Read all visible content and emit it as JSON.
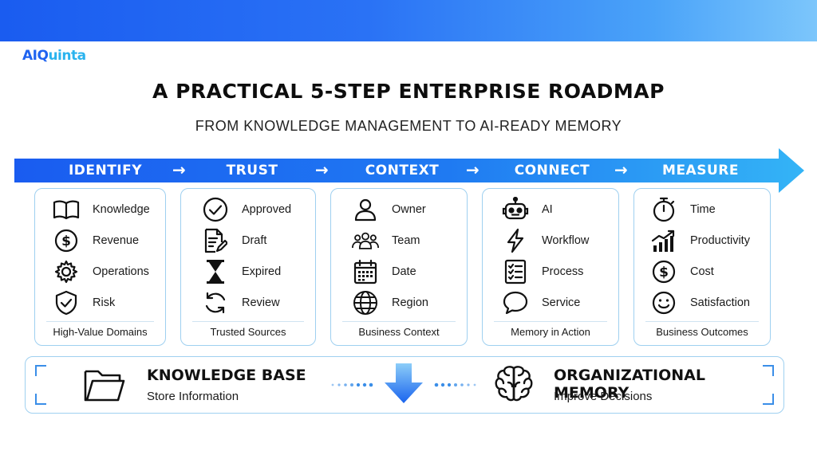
{
  "brand": {
    "name_main": "AIQ",
    "name_accent": "uinta"
  },
  "title": "A PRACTICAL 5-STEP ENTERPRISE ROADMAP",
  "subtitle": "FROM KNOWLEDGE MANAGEMENT TO AI-READY MEMORY",
  "steps": [
    "IDENTIFY",
    "TRUST",
    "CONTEXT",
    "CONNECT",
    "MEASURE"
  ],
  "step_arrow": "→",
  "colors": {
    "brand": "#1f63f0",
    "accent": "#2ab3ee",
    "border": "#9fd0f0",
    "arrow_start": "#1a5cf0",
    "arrow_end": "#34b4f6"
  },
  "cards": [
    {
      "items": [
        {
          "icon": "book-icon",
          "label": "Knowledge"
        },
        {
          "icon": "dollar-icon",
          "label": "Revenue"
        },
        {
          "icon": "gear-icon",
          "label": "Operations"
        },
        {
          "icon": "shield-icon",
          "label": "Risk"
        }
      ],
      "caption": "High-Value Domains"
    },
    {
      "items": [
        {
          "icon": "check-circle-icon",
          "label": "Approved"
        },
        {
          "icon": "draft-document-icon",
          "label": "Draft"
        },
        {
          "icon": "hourglass-icon",
          "label": "Expired"
        },
        {
          "icon": "refresh-icon",
          "label": "Review"
        }
      ],
      "caption": "Trusted Sources"
    },
    {
      "items": [
        {
          "icon": "user-icon",
          "label": "Owner"
        },
        {
          "icon": "team-icon",
          "label": "Team"
        },
        {
          "icon": "calendar-icon",
          "label": "Date"
        },
        {
          "icon": "globe-icon",
          "label": "Region"
        }
      ],
      "caption": "Business Context"
    },
    {
      "items": [
        {
          "icon": "robot-icon",
          "label": "AI"
        },
        {
          "icon": "lightning-icon",
          "label": "Workflow"
        },
        {
          "icon": "checklist-icon",
          "label": "Process"
        },
        {
          "icon": "chat-bubble-icon",
          "label": "Service"
        }
      ],
      "caption": "Memory in Action"
    },
    {
      "items": [
        {
          "icon": "stopwatch-icon",
          "label": "Time"
        },
        {
          "icon": "growth-chart-icon",
          "label": "Productivity"
        },
        {
          "icon": "dollar-icon",
          "label": "Cost"
        },
        {
          "icon": "smiley-icon",
          "label": "Satisfaction"
        }
      ],
      "caption": "Business Outcomes"
    }
  ],
  "bottom": {
    "left": {
      "icon": "folder-icon",
      "title": "KNOWLEDGE BASE",
      "subtitle": "Store Information"
    },
    "center_icon": "down-arrow-icon",
    "right": {
      "icon": "brain-icon",
      "title": "ORGANIZATIONAL MEMORY",
      "subtitle": "Improve Decisions"
    }
  }
}
